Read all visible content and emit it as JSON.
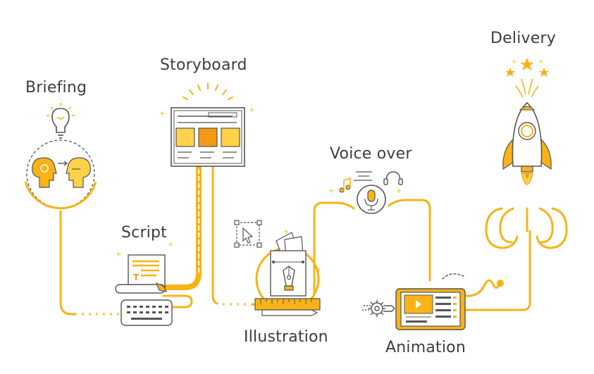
{
  "colors": {
    "accent": "#f9b316",
    "accent_dark": "#f39a12",
    "accent_light": "#ffd24a",
    "outline": "#555555",
    "text": "#3d3d3d"
  },
  "stages": [
    {
      "id": "briefing",
      "label": "Briefing"
    },
    {
      "id": "storyboard",
      "label": "Storyboard"
    },
    {
      "id": "script",
      "label": "Script"
    },
    {
      "id": "illustration",
      "label": "Illustration"
    },
    {
      "id": "voice_over",
      "label": "Voice over"
    },
    {
      "id": "animation",
      "label": "Animation"
    },
    {
      "id": "delivery",
      "label": "Delivery"
    }
  ],
  "icons": {
    "briefing": "lightbulb-and-heads-icon",
    "storyboard": "storyboard-frame-icon",
    "script": "typewriter-icon",
    "illustration": "pen-tool-easel-icon",
    "voice_over": "microphone-icon",
    "animation": "tablet-video-icon",
    "delivery": "rocket-icon"
  }
}
